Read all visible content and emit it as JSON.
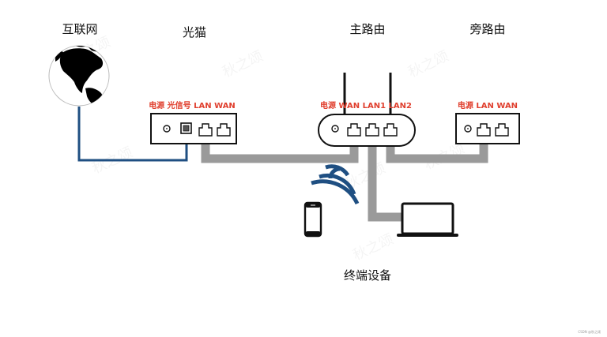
{
  "colors": {
    "label_red": "#e0402f",
    "fiber_blue": "#1f4f82",
    "ethernet_gray": "#9a9a9a",
    "wifi_blue": "#1f4f82",
    "outline": "#111111"
  },
  "nodes": {
    "internet": {
      "title": "互联网",
      "icon": "globe-icon"
    },
    "modem": {
      "title": "光猫",
      "ports_label": "电源 光信号 LAN WAN",
      "ports": [
        "电源",
        "光信号",
        "LAN",
        "WAN"
      ]
    },
    "main_router": {
      "title": "主路由",
      "ports_label": "电源 WAN LAN1 LAN2",
      "ports": [
        "电源",
        "WAN",
        "LAN1",
        "LAN2"
      ]
    },
    "side_router": {
      "title": "旁路由",
      "ports_label": "电源 LAN WAN",
      "ports": [
        "电源",
        "LAN",
        "WAN"
      ]
    },
    "end_devices": {
      "title": "终端设备",
      "devices": [
        "phone-icon",
        "laptop-icon"
      ]
    }
  },
  "connections": [
    {
      "from": "互联网",
      "to": "光猫.光信号",
      "type": "fiber"
    },
    {
      "from": "光猫.LAN",
      "to": "主路由.WAN",
      "type": "ethernet"
    },
    {
      "from": "主路由.LAN1",
      "to": "终端设备.laptop",
      "type": "ethernet"
    },
    {
      "from": "主路由.LAN2",
      "to": "旁路由.LAN",
      "type": "ethernet"
    },
    {
      "from": "主路由",
      "to": "终端设备.phone",
      "type": "wifi"
    }
  ],
  "watermark": "秋之颂",
  "credit": "CSDN @秋之颂"
}
